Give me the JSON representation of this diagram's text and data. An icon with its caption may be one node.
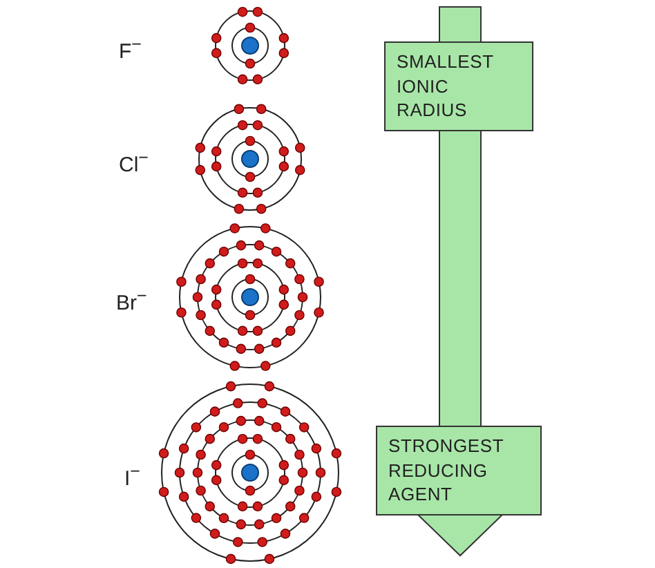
{
  "diagram": {
    "nodes": [
      {
        "text": [
          "SMALLEST IONIC RADIUS"
        ]
      },
      {
        "text": [
          "STRONGEST REDUCING AGENT"
        ]
      }
    ],
    "labels": [
      "F$^{−}$",
      "Cl$^{−}$",
      "Br$^{−}$",
      "I$^{−}$"
    ]
  }
}
